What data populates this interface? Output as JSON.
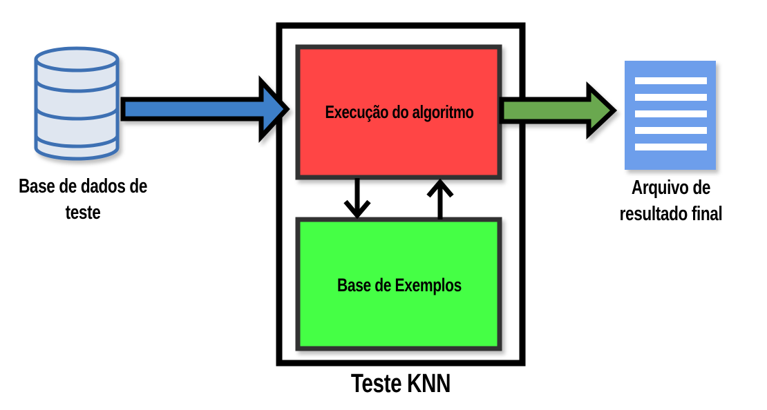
{
  "diagram": {
    "nodes": {
      "database": {
        "label": "Base de dados de teste",
        "icon": "database-icon",
        "color": "#dfe6f0"
      },
      "output_file": {
        "label": "Arquivo  de resultado final",
        "icon": "document-icon",
        "color": "#6d9eeb"
      },
      "execution": {
        "label": "Execução do algoritmo",
        "color": "#ff4444"
      },
      "examples_base": {
        "label": "Base de Exemplos",
        "color": "#44ff44"
      },
      "container": {
        "label": "Teste KNN"
      }
    },
    "edges": [
      {
        "from": "database",
        "to": "execution",
        "color": "#3d7fc9"
      },
      {
        "from": "execution",
        "to": "output_file",
        "color": "#6aa84f"
      },
      {
        "from": "execution",
        "to": "examples_base"
      },
      {
        "from": "examples_base",
        "to": "execution"
      }
    ]
  }
}
